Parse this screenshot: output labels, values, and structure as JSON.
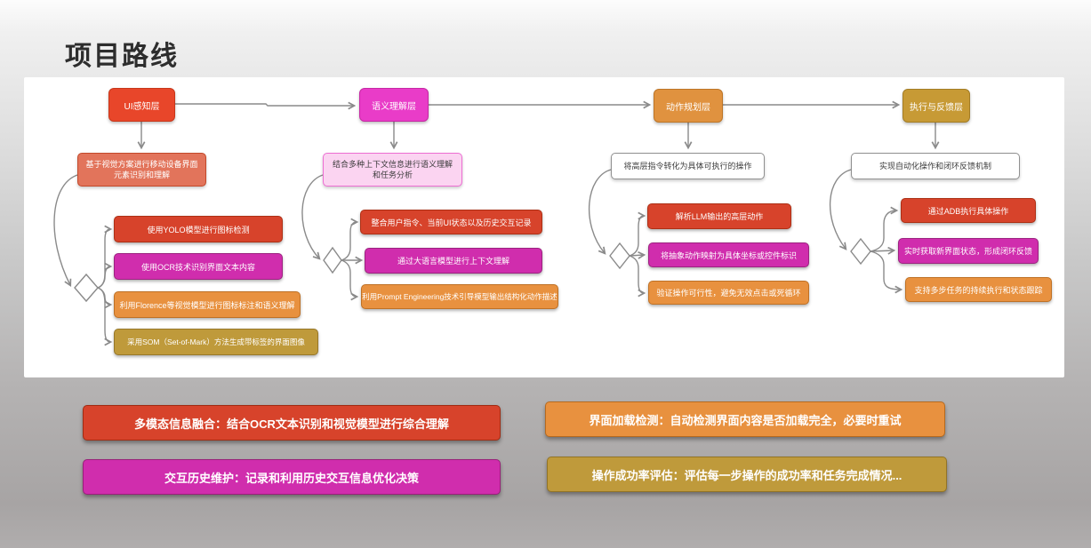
{
  "slide": {
    "title": "项目路线"
  },
  "palette": {
    "node_red": "#e8462a",
    "node_magenta": "#e93cc8",
    "node_orange": "#e0923f",
    "node_gold": "#c79a35",
    "sub_red": "#d7432b",
    "sub_magenta": "#d02dad",
    "sub_orange": "#e8913f",
    "sub_gold": "#bf9a3b",
    "desc_salmon": "#e2745b",
    "desc_pink": "#fbd4f1",
    "connector_gray": "#8a8a8a",
    "canvas_white": "#ffffff"
  },
  "columns": [
    {
      "layer": "UI感知层",
      "desc": "基于视觉方案进行移动设备界面元素识别和理解",
      "items": [
        {
          "label": "使用YOLO模型进行图标检测",
          "color": "#d7432b"
        },
        {
          "label": "使用OCR技术识别界面文本内容",
          "color": "#d02dad"
        },
        {
          "label": "利用Florence等视觉模型进行图标标注和语义理解",
          "color": "#e8913f"
        },
        {
          "label": "采用SOM（Set-of-Mark）方法生成带标签的界面图像",
          "color": "#bf9a3b"
        }
      ]
    },
    {
      "layer": "语义理解层",
      "desc": "结合多种上下文信息进行语义理解和任务分析",
      "items": [
        {
          "label": "整合用户指令、当前UI状态以及历史交互记录",
          "color": "#d7432b"
        },
        {
          "label": "通过大语言模型进行上下文理解",
          "color": "#d02dad"
        },
        {
          "label": "利用Prompt Engineering技术引导模型输出结构化动作描述",
          "color": "#e8913f"
        }
      ]
    },
    {
      "layer": "动作规划层",
      "desc": "将高层指令转化为具体可执行的操作",
      "items": [
        {
          "label": "解析LLM输出的高层动作",
          "color": "#d7432b"
        },
        {
          "label": "将抽象动作映射为具体坐标或控件标识",
          "color": "#d02dad"
        },
        {
          "label": "验证操作可行性，避免无效点击或死循环",
          "color": "#e8913f"
        }
      ]
    },
    {
      "layer": "执行与反馈层",
      "desc": "实现自动化操作和闭环反馈机制",
      "items": [
        {
          "label": "通过ADB执行具体操作",
          "color": "#d7432b"
        },
        {
          "label": "实时获取新界面状态，形成闭环反馈",
          "color": "#d02dad"
        },
        {
          "label": "支持多步任务的持续执行和状态跟踪",
          "color": "#e8913f"
        }
      ]
    }
  ],
  "footer_cards": [
    {
      "label": "多模态信息融合：结合OCR文本识别和视觉模型进行综合理解",
      "color": "#d7432b"
    },
    {
      "label": "交互历史维护：记录和利用历史交互信息优化决策",
      "color": "#d02dad"
    },
    {
      "label": "界面加载检测：自动检测界面内容是否加载完全，必要时重试",
      "color": "#e8913f"
    },
    {
      "label": "操作成功率评估：评估每一步操作的成功率和任务完成情况...",
      "color": "#bf9a3b"
    }
  ]
}
